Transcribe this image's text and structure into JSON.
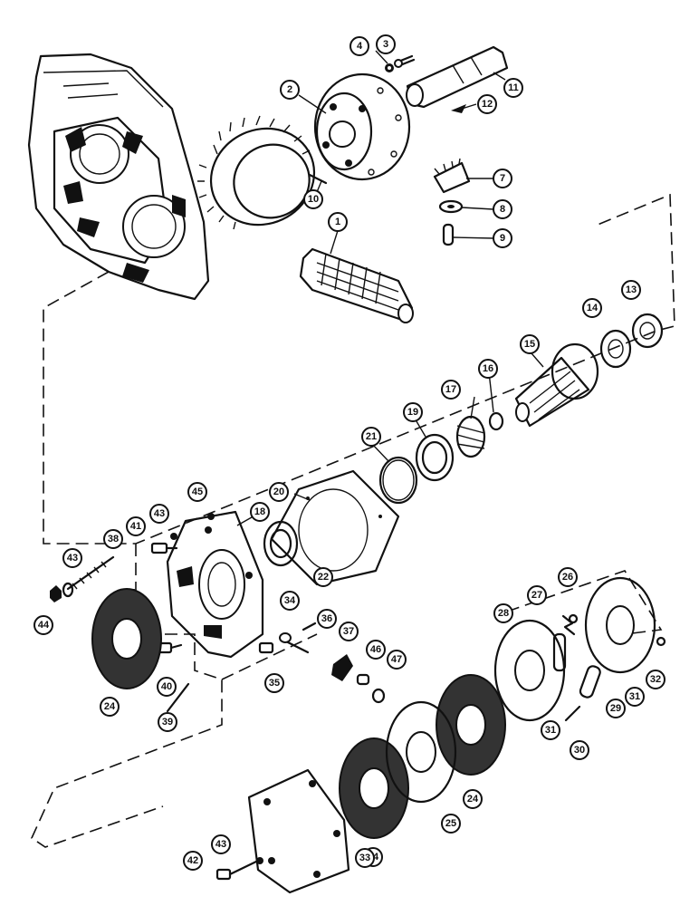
{
  "diagram": {
    "callouts": [
      {
        "id": "c1",
        "label": "1"
      },
      {
        "id": "c2",
        "label": "2"
      },
      {
        "id": "c3",
        "label": "3"
      },
      {
        "id": "c4",
        "label": "4"
      },
      {
        "id": "c7",
        "label": "7"
      },
      {
        "id": "c8",
        "label": "8"
      },
      {
        "id": "c9",
        "label": "9"
      },
      {
        "id": "c10",
        "label": "10"
      },
      {
        "id": "c11",
        "label": "11"
      },
      {
        "id": "c12",
        "label": "12"
      },
      {
        "id": "c13",
        "label": "13"
      },
      {
        "id": "c14",
        "label": "14"
      },
      {
        "id": "c15",
        "label": "15"
      },
      {
        "id": "c16",
        "label": "16"
      },
      {
        "id": "c17",
        "label": "17"
      },
      {
        "id": "c18",
        "label": "18"
      },
      {
        "id": "c19",
        "label": "19"
      },
      {
        "id": "c20",
        "label": "20"
      },
      {
        "id": "c21",
        "label": "21"
      },
      {
        "id": "c22",
        "label": "22"
      },
      {
        "id": "c24a",
        "label": "24"
      },
      {
        "id": "c24b",
        "label": "24"
      },
      {
        "id": "c24c",
        "label": "24"
      },
      {
        "id": "c25",
        "label": "25"
      },
      {
        "id": "c26",
        "label": "26"
      },
      {
        "id": "c27",
        "label": "27"
      },
      {
        "id": "c28",
        "label": "28"
      },
      {
        "id": "c29",
        "label": "29"
      },
      {
        "id": "c30",
        "label": "30"
      },
      {
        "id": "c31a",
        "label": "31"
      },
      {
        "id": "c31b",
        "label": "31"
      },
      {
        "id": "c32",
        "label": "32"
      },
      {
        "id": "c33",
        "label": "33"
      },
      {
        "id": "c34",
        "label": "34"
      },
      {
        "id": "c35",
        "label": "35"
      },
      {
        "id": "c36",
        "label": "36"
      },
      {
        "id": "c37",
        "label": "37"
      },
      {
        "id": "c38",
        "label": "38"
      },
      {
        "id": "c39",
        "label": "39"
      },
      {
        "id": "c40",
        "label": "40"
      },
      {
        "id": "c41",
        "label": "41"
      },
      {
        "id": "c42",
        "label": "42"
      },
      {
        "id": "c43a",
        "label": "43"
      },
      {
        "id": "c43b",
        "label": "43"
      },
      {
        "id": "c43c",
        "label": "43"
      },
      {
        "id": "c44",
        "label": "44"
      },
      {
        "id": "c45",
        "label": "45"
      },
      {
        "id": "c46",
        "label": "46"
      },
      {
        "id": "c47",
        "label": "47"
      }
    ]
  }
}
